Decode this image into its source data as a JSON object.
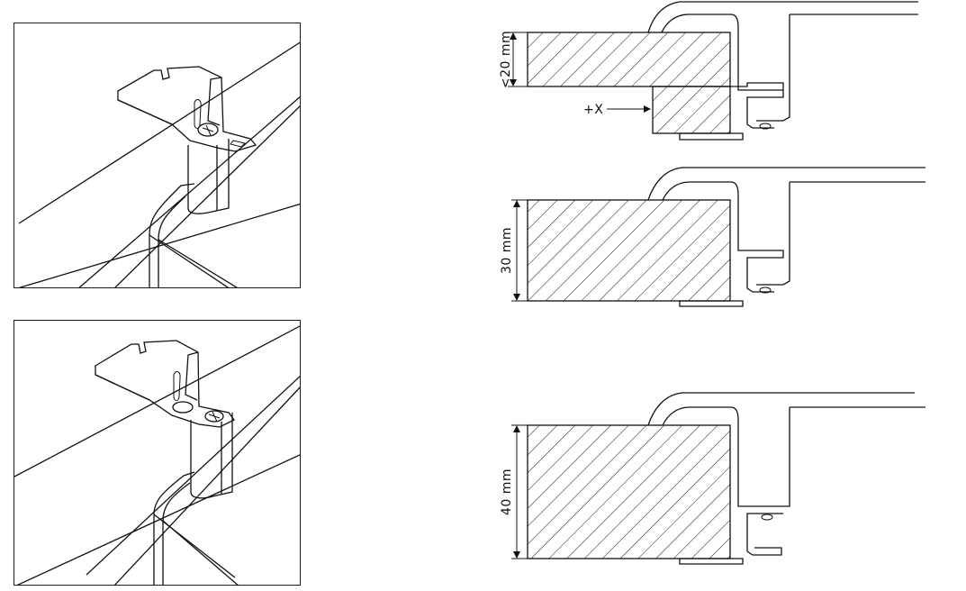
{
  "illustrations": [
    {
      "name": "clamp-position-a",
      "description_icon": "clamp-bracket-icon"
    },
    {
      "name": "clamp-position-b",
      "description_icon": "clamp-bracket-icon"
    }
  ],
  "sections": [
    {
      "dimension_label": "<20 mm",
      "offset_label": "+X"
    },
    {
      "dimension_label": "30 mm"
    },
    {
      "dimension_label": "40 mm"
    }
  ],
  "colors": {
    "line": "#111111",
    "background": "#ffffff"
  }
}
